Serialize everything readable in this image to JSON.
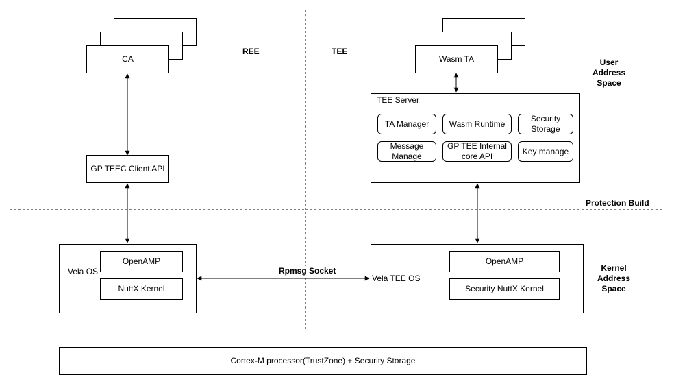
{
  "zones": {
    "ree": "REE",
    "tee": "TEE",
    "user_space": "User\nAddress\nSpace",
    "protection": "Protection Build",
    "kernel_space": "Kernel\nAddress\nSpace"
  },
  "ree": {
    "ca": "CA",
    "client_api": "GP TEEC Client API",
    "os_label": "Vela OS",
    "openamp": "OpenAMP",
    "kernel": "NuttX Kernel"
  },
  "tee": {
    "wasm_ta": "Wasm TA",
    "server_title": "TEE Server",
    "server_modules": [
      "TA Manager",
      "Wasm Runtime",
      "Security\nStorage",
      "Message\nManage",
      "GP TEE Internal\ncore API",
      "Key manage"
    ],
    "os_label": "Vela TEE OS",
    "openamp": "OpenAMP",
    "kernel": "Security NuttX Kernel"
  },
  "connector": {
    "rpmsg": "Rpmsg Socket"
  },
  "hardware": "Cortex-M processor(TrustZone) + Security Storage"
}
